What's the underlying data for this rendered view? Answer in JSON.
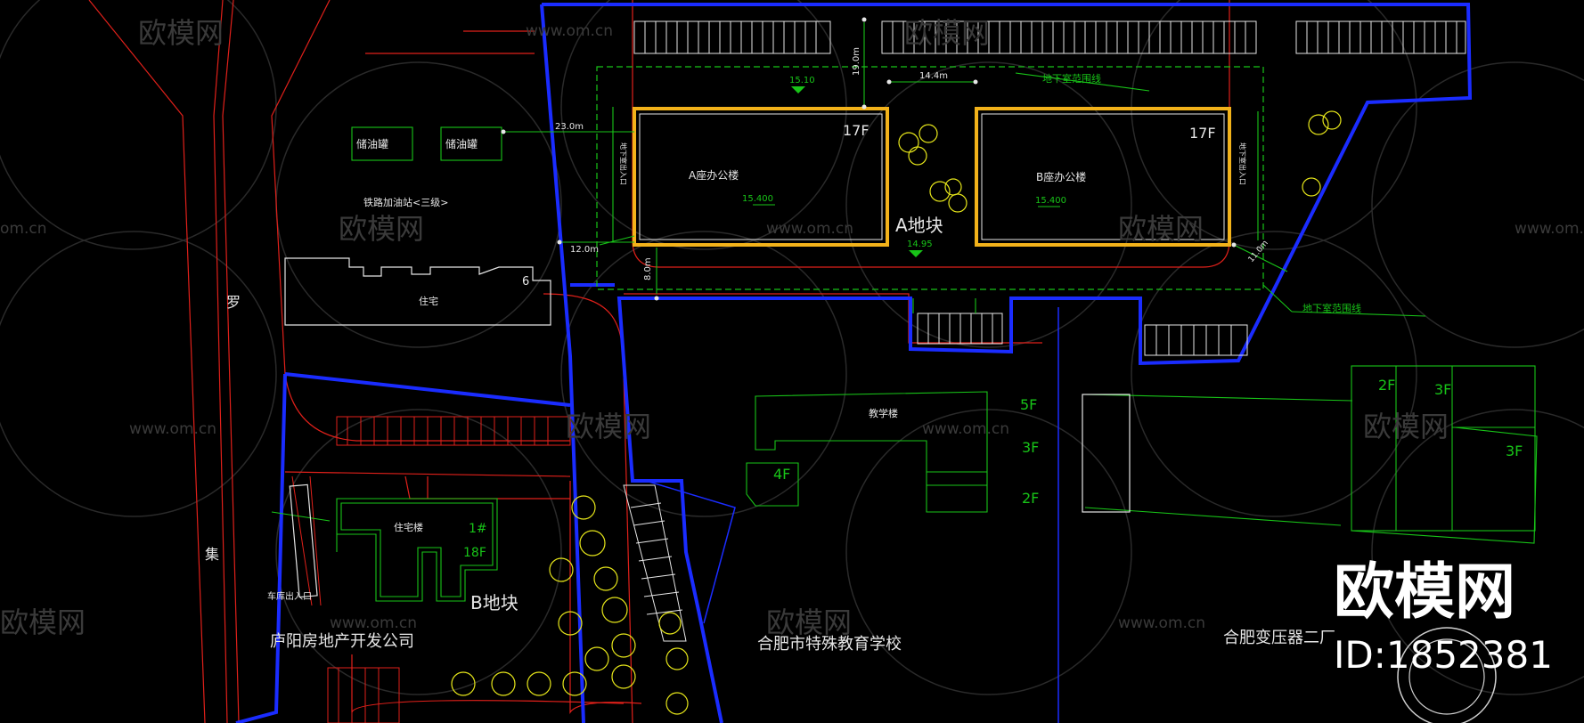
{
  "site_labels": {
    "block_a": "A地块",
    "block_b": "B地块",
    "tower_a": "A座办公楼",
    "tower_b": "B座办公楼",
    "floors_a": "17F",
    "floors_b": "17F",
    "elev_a": "15.400",
    "elev_b": "15.400",
    "elev_top": "15.10",
    "elev_mid": "14.95",
    "basement_1": "地下室范围线",
    "basement_2": "地下室范围线",
    "oil_tank_1": "储油罐",
    "oil_tank_2": "储油罐",
    "fuel_station": "铁路加油站<三级>",
    "residence": "住宅",
    "residence_no": "6",
    "res_tower": "住宅楼",
    "res_tower_no": "1#",
    "res_tower_floors": "18F",
    "garage_entry": "车库出入口",
    "developer": "庐阳房地产开发公司",
    "school": "合肥市特殊教育学校",
    "factory": "合肥变压器二厂",
    "teaching": "教学楼",
    "road_char_1": "罗",
    "road_char_2": "集"
  },
  "dimensions": {
    "d_top": "19.0m",
    "d_gap": "14.4m",
    "d_left": "23.0m",
    "d_12": "12.0m",
    "d_8": "8.0m",
    "d_11": "11.0m",
    "side_note_a": "地下室出入口",
    "side_note_b": "地下室出入口"
  },
  "floor_tags": {
    "s5": "5F",
    "s3": "3F",
    "s2": "2F",
    "s4": "4F",
    "f2": "2F",
    "f3a": "3F",
    "f3b": "3F"
  },
  "watermark": {
    "brand": "欧模网",
    "url": "www.om.cn",
    "url_short": "om.cn",
    "big_brand": "欧模网",
    "id_text": "ID:1852381"
  },
  "colors": {
    "background": "#000000",
    "site_boundary": "#1a2cff",
    "building_outline": "#f2b21a",
    "road_red": "#e0201a",
    "green_line": "#18c418",
    "white_line": "#e6e6e6",
    "tree_yellow": "#e6e61a"
  }
}
